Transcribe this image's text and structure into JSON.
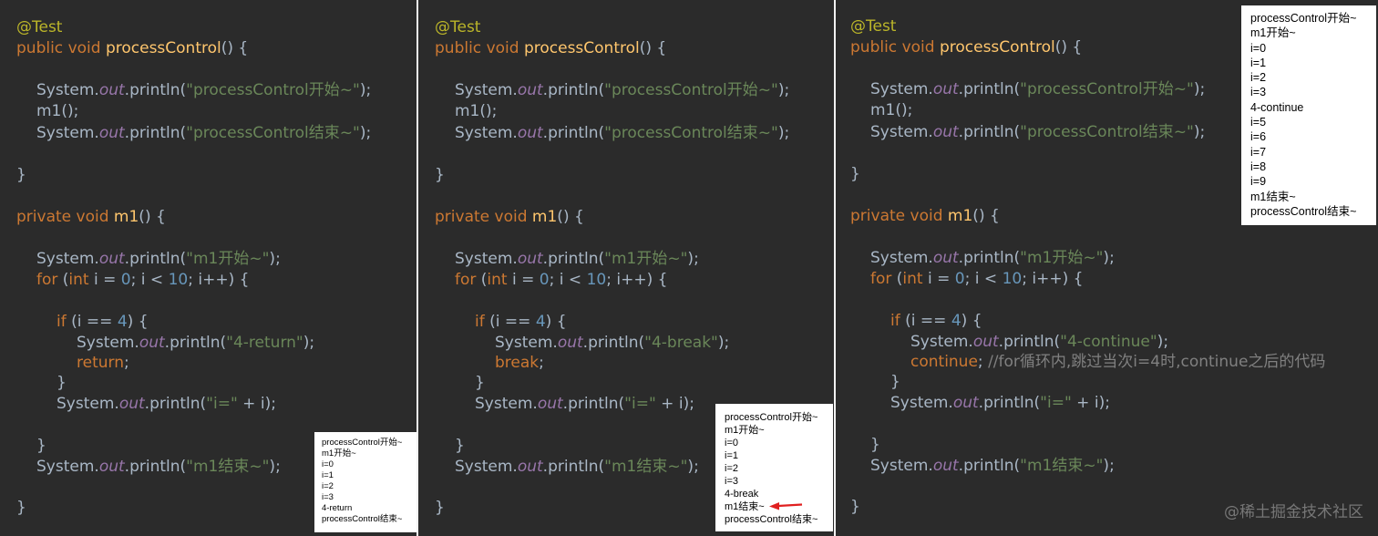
{
  "panels": [
    {
      "annotation": "@Test",
      "lines": [
        "public void processControl() {",
        "System.out.println(\"processControl开始~\");",
        "m1();",
        "System.out.println(\"processControl结束~\");",
        "}",
        "private void m1() {",
        "System.out.println(\"m1开始~\");",
        "for (int i = 0; i < 10; i++) {",
        "if (i == 4) {",
        "System.out.println(\"4-return\");",
        "return;",
        "}",
        "System.out.println(\"i=\" + i);",
        "}",
        "System.out.println(\"m1结束~\");",
        "}"
      ],
      "output": [
        "processControl开始~",
        "m1开始~",
        "i=0",
        "i=1",
        "i=2",
        "i=3",
        "4-return",
        "processControl结束~"
      ]
    },
    {
      "annotation": "@Test",
      "lines": [
        "public void processControl() {",
        "System.out.println(\"processControl开始~\");",
        "m1();",
        "System.out.println(\"processControl结束~\");",
        "}",
        "private void m1() {",
        "System.out.println(\"m1开始~\");",
        "for (int i = 0; i < 10; i++) {",
        "if (i == 4) {",
        "System.out.println(\"4-break\");",
        "break;",
        "}",
        "System.out.println(\"i=\" + i);",
        "}",
        "System.out.println(\"m1结束~\");",
        "}"
      ],
      "output": [
        "processControl开始~",
        "m1开始~",
        "i=0",
        "i=1",
        "i=2",
        "i=3",
        "4-break",
        "m1结束~",
        "processControl结束~"
      ]
    },
    {
      "annotation": "@Test",
      "lines": [
        "public void processControl() {",
        "System.out.println(\"processControl开始~\");",
        "m1();",
        "System.out.println(\"processControl结束~\");",
        "}",
        "private void m1() {",
        "System.out.println(\"m1开始~\");",
        "for (int i = 0; i < 10; i++) {",
        "if (i == 4) {",
        "System.out.println(\"4-continue\");",
        "continue; //for循环内,跳过当次i=4时,continue之后的代码",
        "}",
        "System.out.println(\"i=\" + i);",
        "}",
        "System.out.println(\"m1结束~\");",
        "}"
      ],
      "output": [
        "processControl开始~",
        "m1开始~",
        "i=0",
        "i=1",
        "i=2",
        "i=3",
        "4-continue",
        "i=5",
        "i=6",
        "i=7",
        "i=8",
        "i=9",
        "m1结束~",
        "processControl结束~"
      ]
    }
  ],
  "watermark": "@稀土掘金技术社区",
  "colors": {
    "background": "#2b2b2b",
    "keyword": "#cc7832",
    "annotation": "#bbb529",
    "method": "#ffc66d",
    "field": "#9876aa",
    "string": "#6a8759",
    "number": "#6897bb",
    "default": "#a9b7c6",
    "arrow": "#e02020"
  }
}
